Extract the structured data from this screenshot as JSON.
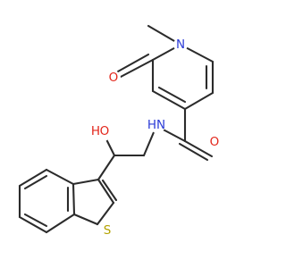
{
  "structure": {
    "atoms": [
      {
        "label": "N",
        "color": "#2b3bd6"
      },
      {
        "label": "O",
        "color": "#e3261b"
      },
      {
        "label": "N",
        "color": "#2b3bd6"
      },
      {
        "label": "H",
        "color": "#2b3bd6"
      },
      {
        "label": "O",
        "color": "#e3261b"
      },
      {
        "label": "H",
        "color": "#e3261b"
      },
      {
        "label": "O",
        "color": "#e3261b"
      },
      {
        "label": "S",
        "color": "#b3a200"
      }
    ]
  }
}
